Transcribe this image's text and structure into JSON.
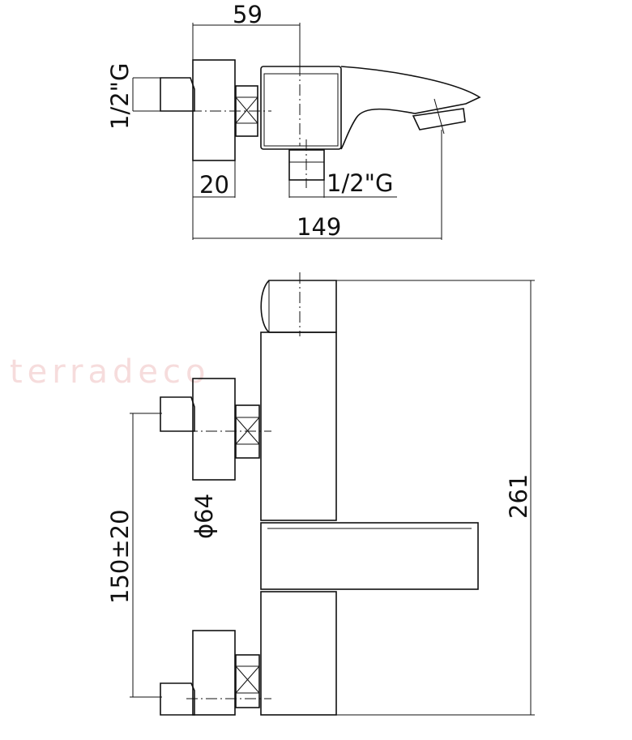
{
  "watermark": "terradeco",
  "side_view": {
    "dim_width_top": "59",
    "dim_inlet_thread": "1/2\"G",
    "dim_flange_depth": "20",
    "dim_outlet_thread": "1/2\"G",
    "dim_total_depth": "149"
  },
  "front_view": {
    "dim_flange_diameter": "ϕ64",
    "dim_centres": "150±20",
    "dim_height": "261"
  }
}
